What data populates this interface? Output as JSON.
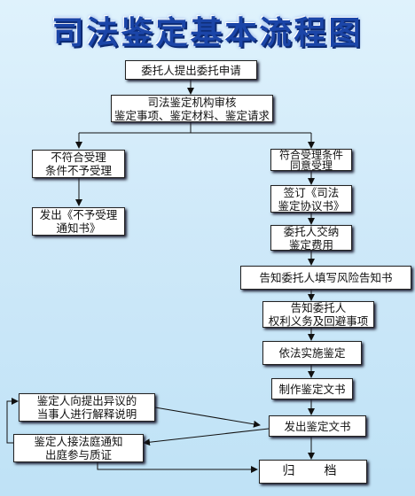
{
  "title": "司法鉴定基本流程图",
  "steps": {
    "submit": {
      "lines": [
        "委托人提出委托申请"
      ]
    },
    "review": {
      "lines": [
        "司法鉴定机构审核",
        "鉴定事项、鉴定材料、鉴定请求"
      ]
    },
    "reject": {
      "lines": [
        "不符合受理",
        "条件不予受理"
      ]
    },
    "reject_notice": {
      "lines": [
        "发出《不予受理",
        "通知书》"
      ]
    },
    "accept": {
      "lines": [
        "符合受理条件",
        "同意受理"
      ]
    },
    "agreement": {
      "lines": [
        "签订《司法",
        "鉴定协议书》"
      ]
    },
    "pay_fee": {
      "lines": [
        "委托人交纳",
        "鉴定费用"
      ]
    },
    "risk_notice": {
      "lines": [
        "告知委托人填写风险告知书"
      ]
    },
    "rights_notice": {
      "lines": [
        "告知委托人",
        "权利义务及回避事项"
      ]
    },
    "perform": {
      "lines": [
        "依法实施鉴定"
      ]
    },
    "make_document": {
      "lines": [
        "制作鉴定文书"
      ]
    },
    "issue_document": {
      "lines": [
        "发出鉴定文书"
      ]
    },
    "explain": {
      "lines": [
        "鉴定人向提出异议的",
        "当事人进行解释说明"
      ]
    },
    "court": {
      "lines": [
        "鉴定人接法庭通知",
        "出庭参与质证"
      ]
    },
    "archive": {
      "lines": [
        "归  档"
      ]
    }
  }
}
